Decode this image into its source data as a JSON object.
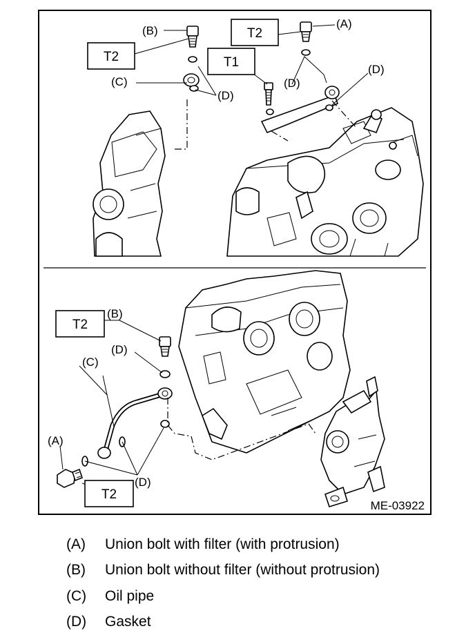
{
  "figure": {
    "id": "ME-03922",
    "callouts": {
      "A": "(A)",
      "B": "(B)",
      "C": "(C)",
      "D": "(D)"
    },
    "torque": {
      "T1": "T1",
      "T2": "T2"
    }
  },
  "legend": [
    {
      "key": "(A)",
      "text": "Union bolt with filter (with protrusion)"
    },
    {
      "key": "(B)",
      "text": "Union bolt without filter (without protrusion)"
    },
    {
      "key": "(C)",
      "text": "Oil pipe"
    },
    {
      "key": "(D)",
      "text": "Gasket"
    }
  ],
  "colors": {
    "ink": "#000000",
    "paper": "#ffffff"
  }
}
